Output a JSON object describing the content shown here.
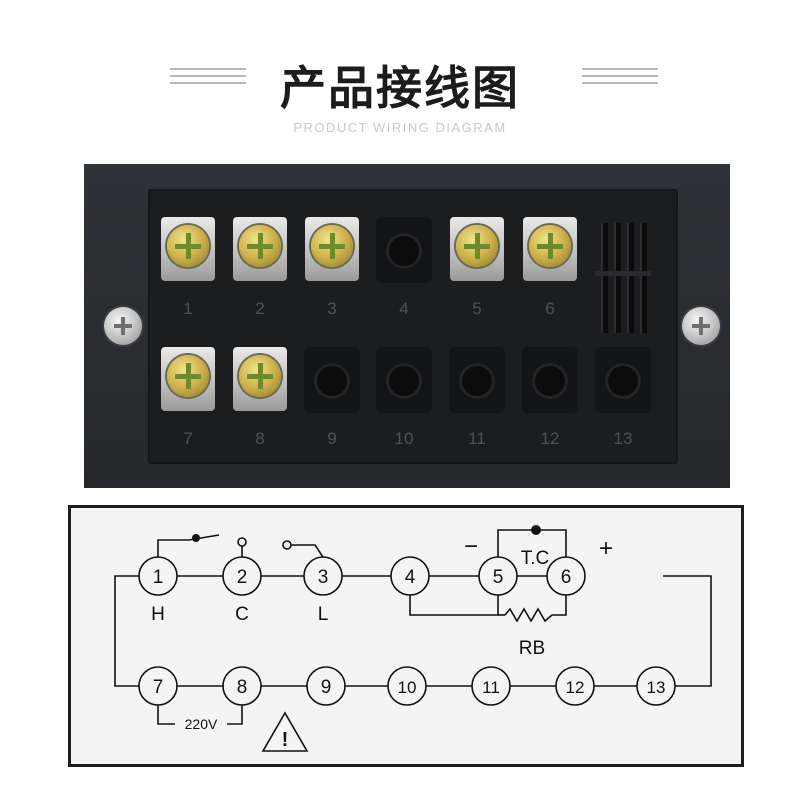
{
  "header": {
    "title": "产品接线图",
    "subtitle": "PRODUCT WIRING DIAGRAM"
  },
  "photo": {
    "top_row": [
      {
        "number": "1",
        "type": "screw"
      },
      {
        "number": "2",
        "type": "screw"
      },
      {
        "number": "3",
        "type": "screw"
      },
      {
        "number": "4",
        "type": "blank"
      },
      {
        "number": "5",
        "type": "screw"
      },
      {
        "number": "6",
        "type": "screw"
      },
      {
        "number": "",
        "type": "vent"
      }
    ],
    "bottom_row": [
      {
        "number": "7",
        "type": "screw"
      },
      {
        "number": "8",
        "type": "screw"
      },
      {
        "number": "9",
        "type": "blank"
      },
      {
        "number": "10",
        "type": "blank"
      },
      {
        "number": "11",
        "type": "blank"
      },
      {
        "number": "12",
        "type": "blank"
      },
      {
        "number": "13",
        "type": "blank"
      }
    ]
  },
  "schematic": {
    "top_terminals": [
      "1",
      "2",
      "3",
      "4",
      "5",
      "6"
    ],
    "bottom_terminals": [
      "7",
      "8",
      "9",
      "10",
      "11",
      "12",
      "13"
    ],
    "labels": {
      "h": "H",
      "c": "C",
      "l": "L",
      "tc": "T.C",
      "minus": "−",
      "plus": "+",
      "rb": "RB",
      "voltage": "220V",
      "warning": "!"
    }
  },
  "colors": {
    "panel_dark": "#26282b",
    "block_black": "#1c1d1f",
    "screw_brass": "#cdb04a",
    "diagram_line": "#111111",
    "diagram_bg": "#f4f4f4"
  }
}
